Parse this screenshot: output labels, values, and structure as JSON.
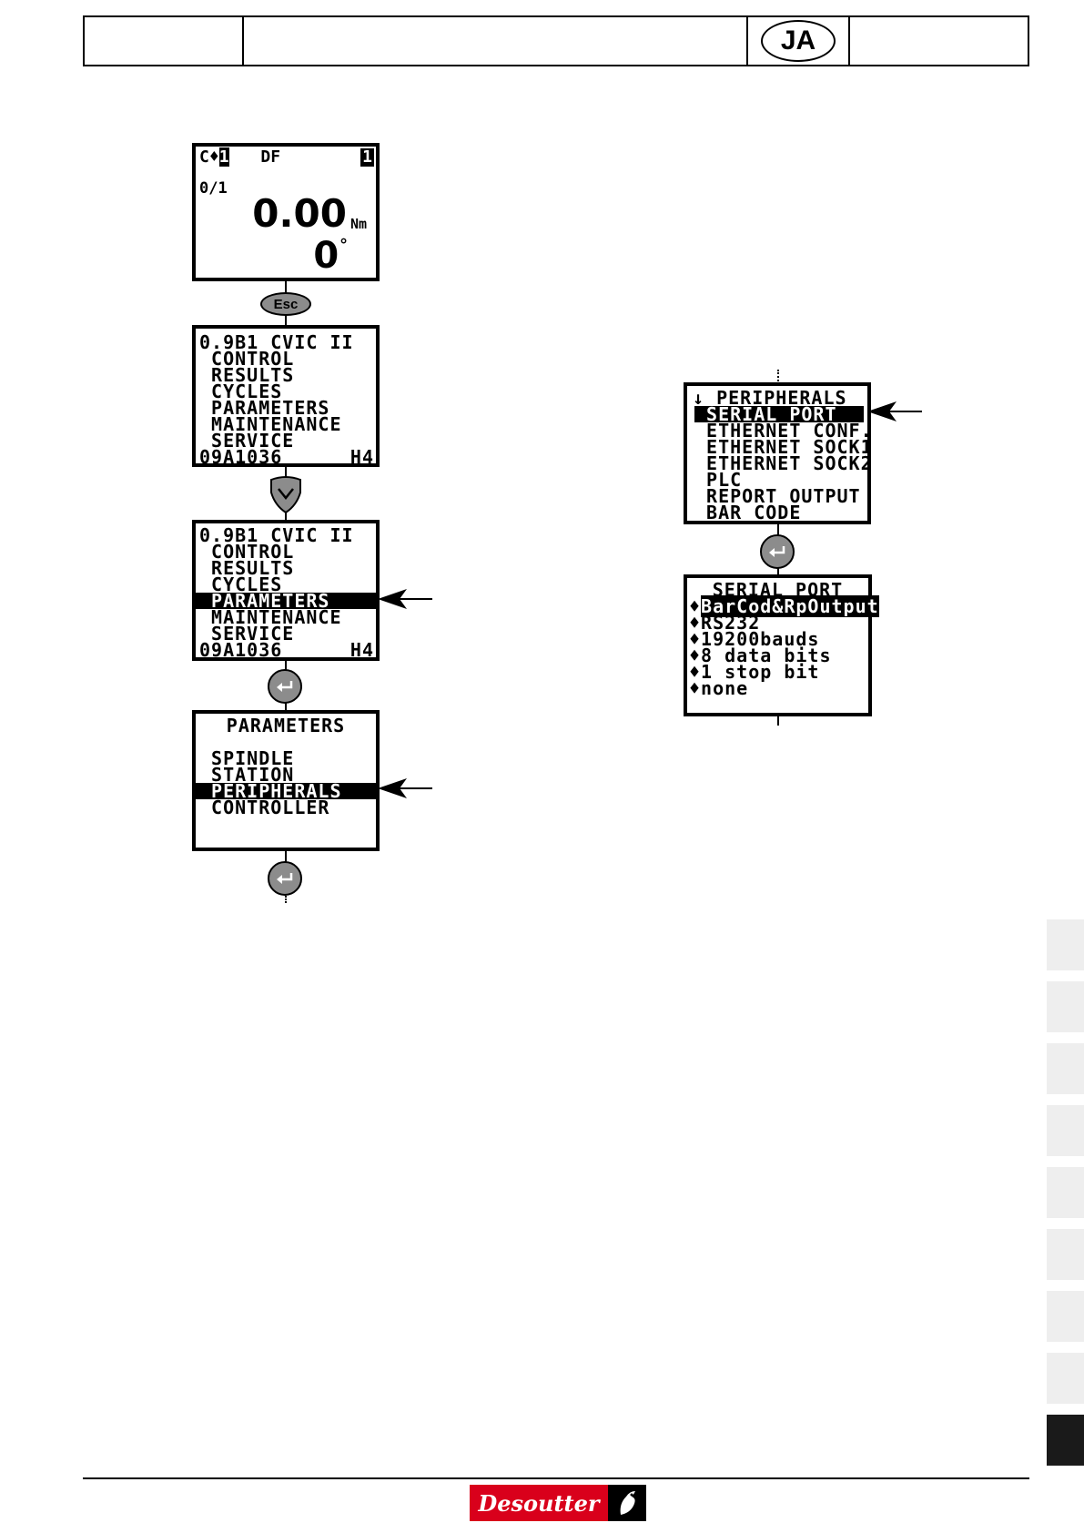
{
  "header": {
    "language_code": "JA"
  },
  "left_column": {
    "screen1": {
      "top_left": "C",
      "top_tag": "1",
      "mode": "DF",
      "top_right": "1",
      "counter": "0/1",
      "torque_value": "0.00",
      "torque_unit": "Nm",
      "angle_value": "0",
      "angle_unit": "°"
    },
    "esc_button": "Esc",
    "screen2": {
      "lines": [
        "0.9B1 CVIC II",
        " CONTROL",
        " RESULTS",
        " CYCLES",
        " PARAMETERS",
        " MAINTENANCE",
        " SERVICE"
      ],
      "footer_left": "09A1036",
      "footer_right": "H4"
    },
    "screen3": {
      "lines": [
        "0.9B1 CVIC II",
        " CONTROL",
        " RESULTS",
        " CYCLES",
        " PARAMETERS",
        " MAINTENANCE",
        " SERVICE"
      ],
      "footer_left": "09A1036",
      "footer_right": "H4",
      "selected_index": 4
    },
    "screen4": {
      "title": "PARAMETERS",
      "lines": [
        " SPINDLE",
        " STATION",
        " PERIPHERALS",
        " CONTROLLER"
      ],
      "selected_index": 2
    }
  },
  "right_column": {
    "screen5": {
      "title": "PERIPHERALS",
      "lines": [
        " SERIAL PORT",
        " ETHERNET CONF.",
        " ETHERNET SOCK1",
        " ETHERNET SOCK2",
        " PLC",
        " REPORT OUTPUT",
        " BAR CODE"
      ],
      "selected_index": 0
    },
    "screen6": {
      "title": "SERIAL PORT",
      "lines": [
        "BarCod&RpOutput",
        "RS232",
        "19200bauds",
        "8 data bits",
        "1 stop bit",
        "none"
      ],
      "selected_index": 0
    }
  },
  "side_tabs": {
    "count": 9,
    "active_index": 8
  },
  "footer": {
    "logo_text": "Desoutter"
  }
}
